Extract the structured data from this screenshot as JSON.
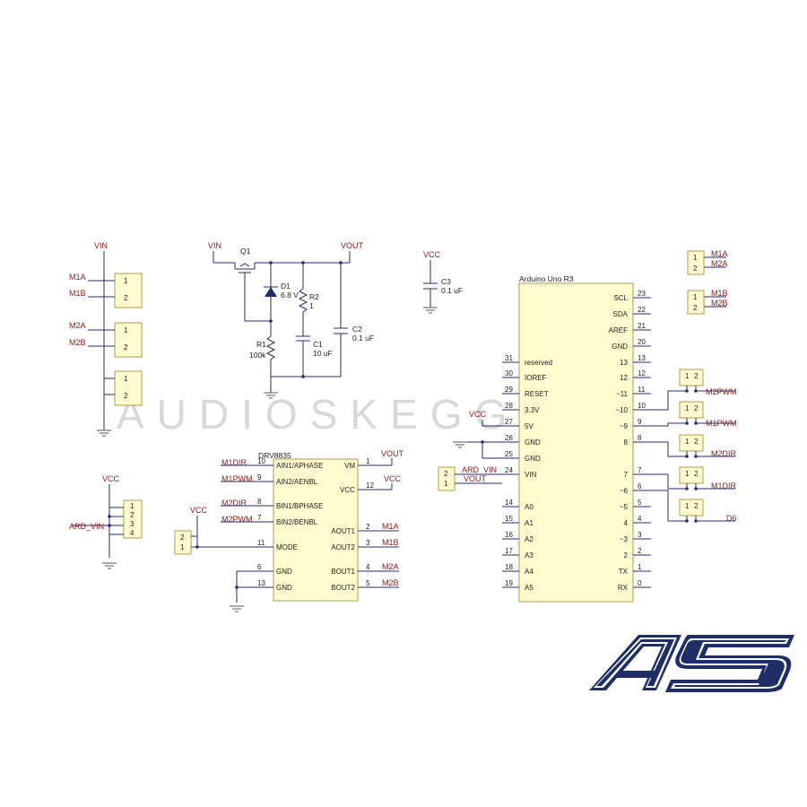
{
  "watermark": "AUDIOSKEGGIA",
  "logo_text": "AS",
  "nets": {
    "vin": "VIN",
    "vout": "VOUT",
    "vcc": "VCC",
    "m1a": "M1A",
    "m1b": "M1B",
    "m2a": "M2A",
    "m2b": "M2B",
    "m1dir": "M1DIR",
    "m1pwm": "M1PWM",
    "m2dir": "M2DIR",
    "m2pwm": "M2PWM",
    "ard_vin": "ARD_VIN",
    "d6": "D6"
  },
  "components": {
    "q1": "Q1",
    "d1": "D1",
    "d1_val": "6.8 V",
    "r1": "R1",
    "r1_val": "100k",
    "r2": "R2",
    "r2_val": "1",
    "c1": "C1",
    "c1_val": "10 uF",
    "c2": "C2",
    "c2_val": "0.1 uF",
    "c3": "C3",
    "c3_val": "0.1 uF"
  },
  "connectors": {
    "pins12": [
      "1",
      "2"
    ],
    "pins21": [
      "2",
      "1"
    ],
    "pins4": [
      "1",
      "2",
      "3",
      "4"
    ]
  },
  "drv8835": {
    "title": "DRV8835",
    "left": [
      {
        "name": "AIN1/APHASE",
        "pin": "10"
      },
      {
        "name": "AIN2/AENBL",
        "pin": "9"
      },
      {
        "name": "BIN1/BPHASE",
        "pin": "8"
      },
      {
        "name": "BIN2/BENBL",
        "pin": "7"
      },
      {
        "name": "MODE",
        "pin": "11"
      },
      {
        "name": "GND",
        "pin": "6"
      },
      {
        "name": "GND",
        "pin": "13"
      }
    ],
    "right": [
      {
        "name": "VM",
        "pin": "1"
      },
      {
        "name": "VCC",
        "pin": "12"
      },
      {
        "name": "AOUT1",
        "pin": "2"
      },
      {
        "name": "AOUT2",
        "pin": "3"
      },
      {
        "name": "BOUT1",
        "pin": "4"
      },
      {
        "name": "BOUT2",
        "pin": "5"
      }
    ]
  },
  "arduino": {
    "title": "Arduino Uno R3",
    "left": [
      {
        "name": "reserved",
        "pin": "31"
      },
      {
        "name": "IOREF",
        "pin": "30"
      },
      {
        "name": "RESET",
        "pin": "29"
      },
      {
        "name": "3.3V",
        "pin": "28"
      },
      {
        "name": "5V",
        "pin": "27"
      },
      {
        "name": "GND",
        "pin": "26"
      },
      {
        "name": "GND",
        "pin": "25"
      },
      {
        "name": "VIN",
        "pin": "24"
      },
      {
        "name": "A0",
        "pin": "14"
      },
      {
        "name": "A1",
        "pin": "15"
      },
      {
        "name": "A2",
        "pin": "16"
      },
      {
        "name": "A3",
        "pin": "17"
      },
      {
        "name": "A4",
        "pin": "18"
      },
      {
        "name": "A5",
        "pin": "19"
      }
    ],
    "right": [
      {
        "name": "SCL",
        "pin": "23"
      },
      {
        "name": "SDA",
        "pin": "22"
      },
      {
        "name": "AREF",
        "pin": "21"
      },
      {
        "name": "GND",
        "pin": "20"
      },
      {
        "name": "13",
        "pin": "13"
      },
      {
        "name": "12",
        "pin": "12"
      },
      {
        "name": "~11",
        "pin": "11"
      },
      {
        "name": "~10",
        "pin": "10"
      },
      {
        "name": "~9",
        "pin": "9"
      },
      {
        "name": "8",
        "pin": "8"
      },
      {
        "name": "7",
        "pin": "7"
      },
      {
        "name": "~6",
        "pin": "6"
      },
      {
        "name": "~5",
        "pin": "5"
      },
      {
        "name": "4",
        "pin": "4"
      },
      {
        "name": "~3",
        "pin": "3"
      },
      {
        "name": "2",
        "pin": "2"
      },
      {
        "name": "TX",
        "pin": "1"
      },
      {
        "name": "RX",
        "pin": "0"
      }
    ]
  }
}
